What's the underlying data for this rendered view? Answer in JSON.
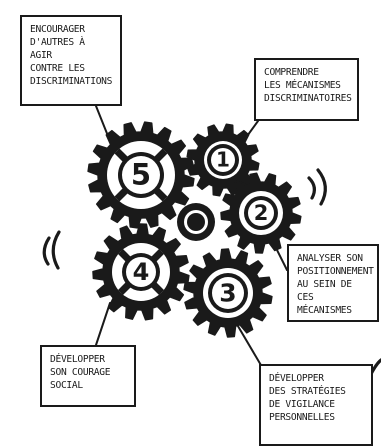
{
  "diagram": {
    "boxes": [
      {
        "id": "encourager",
        "text": "ENCOURAGER\nD'AUTRES À AGIR\nCONTRE LES\nDISCRIMINATIONS"
      },
      {
        "id": "comprendre",
        "text": "COMPRENDRE\nLES MÉCANISMES\nDISCRIMINATOIRES"
      },
      {
        "id": "analyser",
        "text": "ANALYSER SON\nPOSITIONNEMENT\nAU SEIN DE CES\nMÉCANISMES"
      },
      {
        "id": "courage",
        "text": "DÉVELOPPER\nSON COURAGE\nSOCIAL"
      },
      {
        "id": "vigilance",
        "text": "DÉVELOPPER\nDES STRATÉGIES\nDE VIGILANCE\nPERSONNELLES"
      }
    ],
    "gears": [
      {
        "number": "5"
      },
      {
        "number": "1"
      },
      {
        "number": "2"
      },
      {
        "number": "4"
      },
      {
        "number": "3"
      }
    ],
    "colors": {
      "ink": "#1a1a1a",
      "paper": "#ffffff"
    }
  }
}
